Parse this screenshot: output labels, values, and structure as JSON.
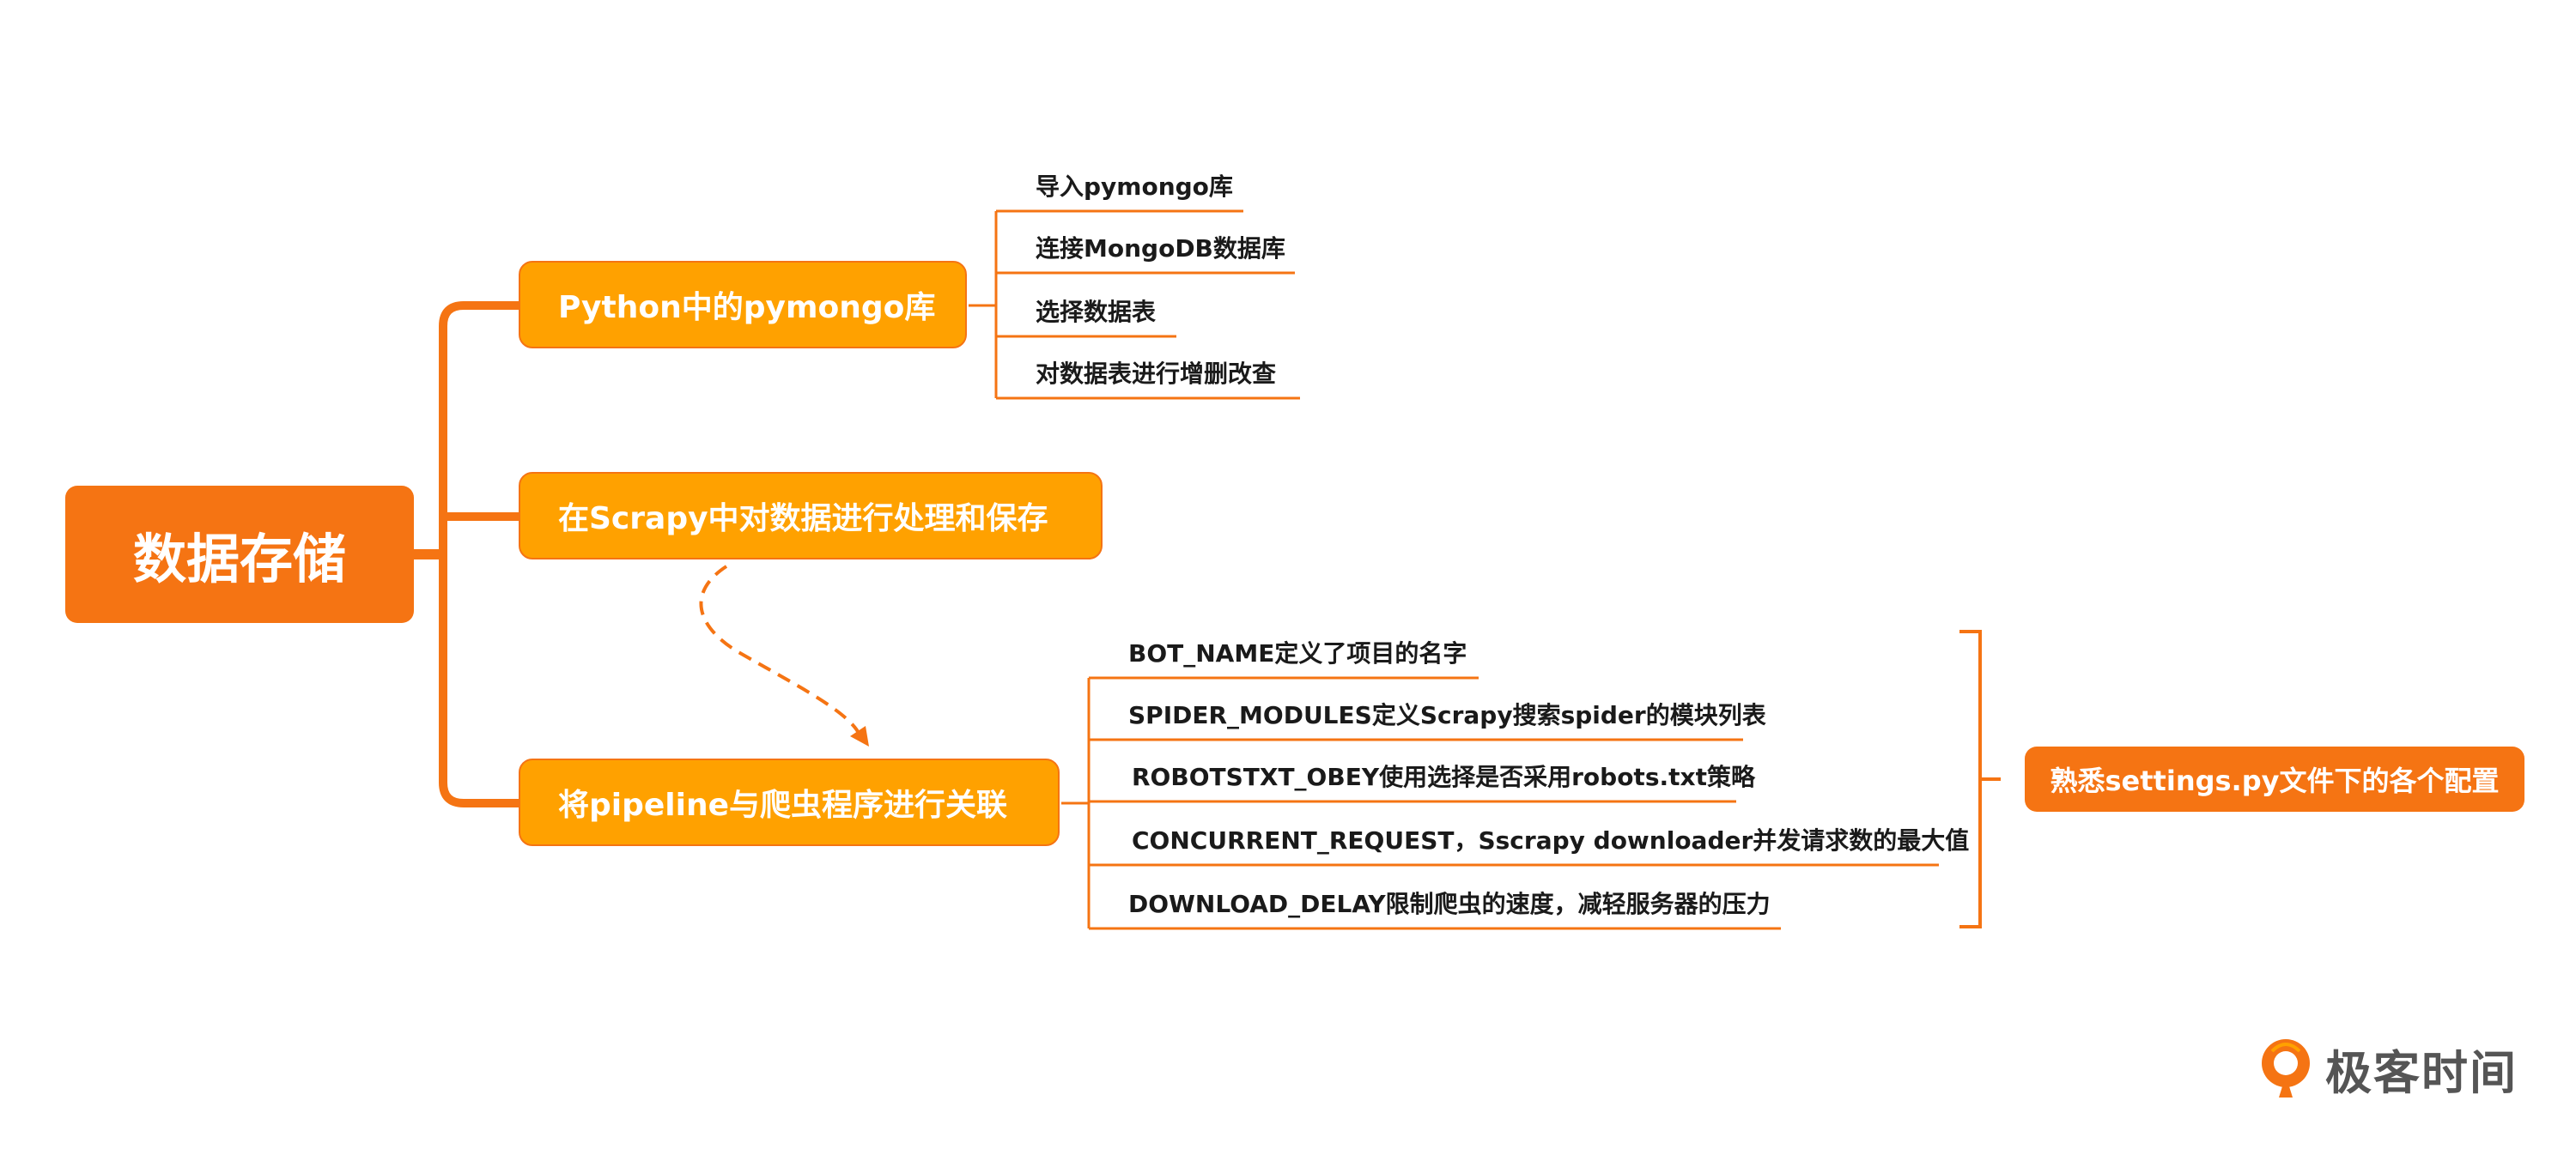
{
  "root": {
    "label": "数据存储"
  },
  "branches": [
    {
      "label": "Python中的pymongo库",
      "children": [
        "导入pymongo库",
        "连接MongoDB数据库",
        "选择数据表",
        "对数据表进行增删改查"
      ]
    },
    {
      "label": "在Scrapy中对数据进行处理和保存",
      "children": []
    },
    {
      "label": "将pipeline与爬虫程序进行关联",
      "children": [
        "BOT_NAME定义了项目的名字",
        "SPIDER_MODULES定义Scrapy搜索spider的模块列表",
        "ROBOTSTXT_OBEY使用选择是否采用robots.txt策略",
        "CONCURRENT_REQUEST，Sscrapy downloader并发请求数的最大值",
        "DOWNLOAD_DELAY限制爬虫的速度，减轻服务器的压力"
      ]
    }
  ],
  "bracket_note": {
    "label": "熟悉settings.py文件下的各个配置"
  },
  "logo": {
    "text": "极客时间",
    "icon": "geektime-logo-icon"
  },
  "colors": {
    "primary": "#F57413",
    "secondary": "#FFA100",
    "text": "#1a1a1a"
  }
}
